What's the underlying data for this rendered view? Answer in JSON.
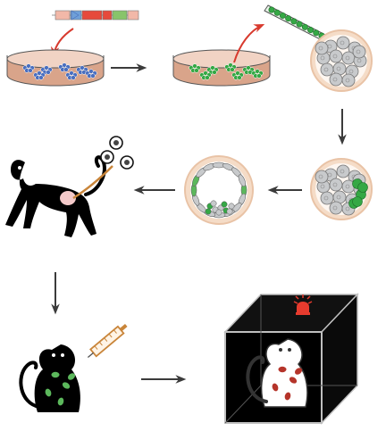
{
  "colors": {
    "background": "#ffffff",
    "dish_medium": "#d9a48a",
    "dish_rim": "#f4f4f4",
    "cell_donor": "#4a6fbf",
    "cell_transgenic": "#35a845",
    "cell_gray": "#c8cacc",
    "zona": "#f5dcc7",
    "arrow": "#3b3b3b",
    "red_arrow": "#d83a2e",
    "animal": "#000000",
    "patch_green": "#5cb85c",
    "patch_red": "#b5342a",
    "box_frame": "#bfbfbf",
    "lamp": "#e63b2e",
    "syringe": "#c9853a"
  },
  "diagram": {
    "plasmid_segments": [
      "#f2b8a8",
      "#6fa0d8",
      "#e64a3c",
      "#e64a3c",
      "#88c46a",
      "#f2b8a8"
    ],
    "steps": [
      {
        "id": "donor-cells-dish"
      },
      {
        "id": "transfected-cells-dish"
      },
      {
        "id": "cell-injection-into-embryo"
      },
      {
        "id": "chimeric-morula"
      },
      {
        "id": "chimeric-blastocyst"
      },
      {
        "id": "embryo-transfer-surrogate"
      },
      {
        "id": "chimeric-offspring-treatment"
      },
      {
        "id": "imaging-chamber"
      }
    ],
    "icons": [
      "plasmid-icon",
      "petri-dish-icon",
      "micropipette-icon",
      "embryo-icon",
      "blastocyst-icon",
      "monkey-icon",
      "syringe-icon",
      "lamp-icon",
      "imaging-box-icon"
    ]
  }
}
